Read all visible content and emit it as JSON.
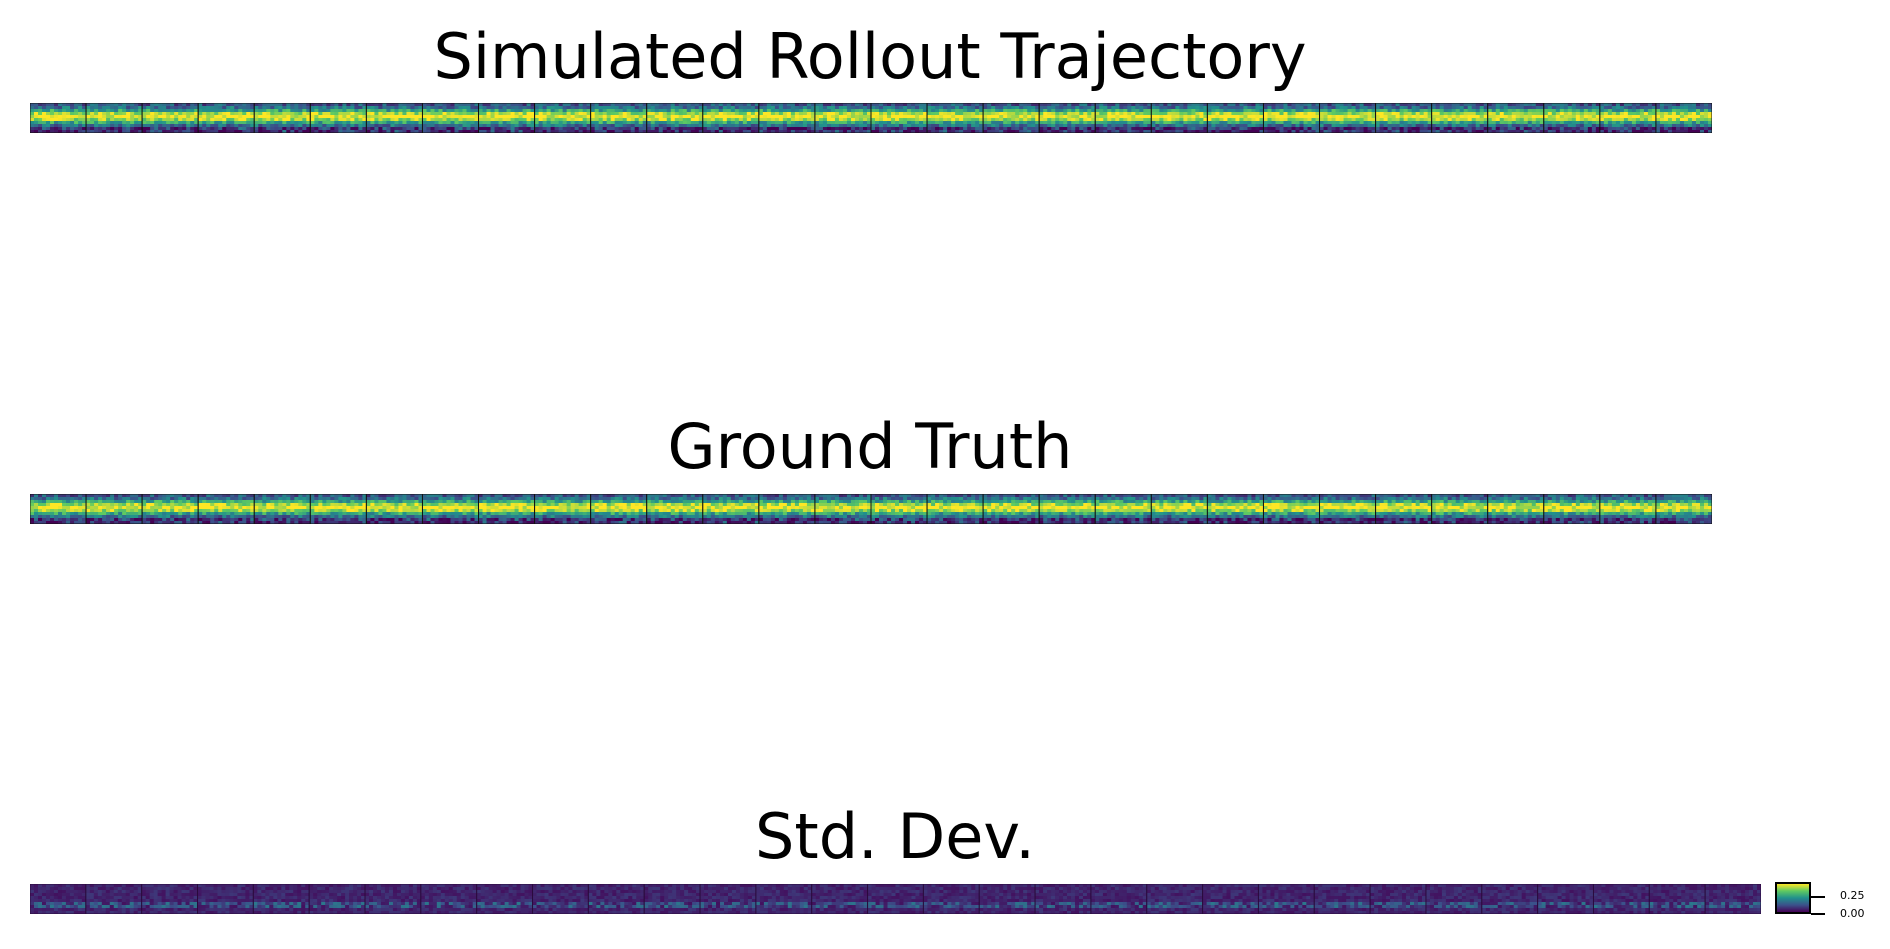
{
  "chart_data": {
    "type": "heatmap",
    "panels": [
      {
        "key": "rollout",
        "title": "Simulated Rollout Trajectory",
        "frames": 30,
        "kind": "field"
      },
      {
        "key": "truth",
        "title": "Ground Truth",
        "frames": 30,
        "kind": "field"
      },
      {
        "key": "std",
        "title": "Std. Dev.",
        "frames": 31,
        "kind": "std"
      }
    ],
    "colormap": "viridis",
    "colorbar": {
      "ticks": [
        "0.25",
        "0.00"
      ]
    },
    "colors": {
      "low": "#440154",
      "mid": "#21918c",
      "high": "#fde725"
    }
  }
}
